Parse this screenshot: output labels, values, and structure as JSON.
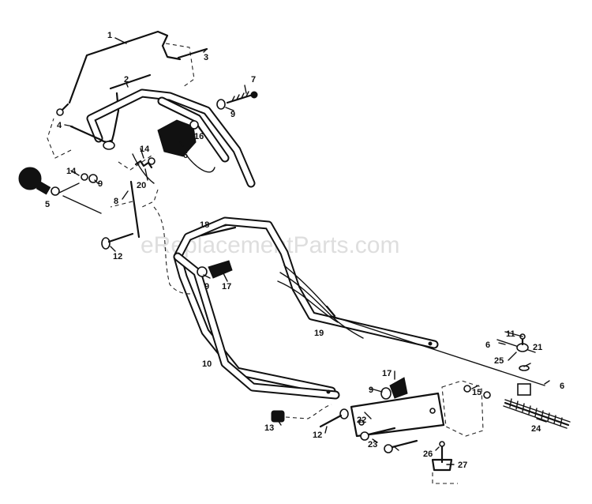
{
  "watermark": "eReplacementParts.com",
  "labels": {
    "p1": "1",
    "p2": "2",
    "p3": "3",
    "p4": "4",
    "p5": "5",
    "p6a": "6",
    "p7": "7",
    "p8": "8",
    "p9a": "9",
    "p9b": "9",
    "p12a": "12",
    "p14a": "14",
    "p14b": "14",
    "p16": "16",
    "p20": "20",
    "p18": "18",
    "p9c": "9",
    "p17a": "17",
    "p10": "10",
    "p19": "19",
    "p11": "11",
    "p6b": "6",
    "p25": "25",
    "p21": "21",
    "p6c": "6",
    "p17b": "17",
    "p9d": "9",
    "p15": "15",
    "p22": "22",
    "p13": "13",
    "p12b": "12",
    "p23": "23",
    "p24": "24",
    "p26": "26",
    "p27": "27"
  }
}
